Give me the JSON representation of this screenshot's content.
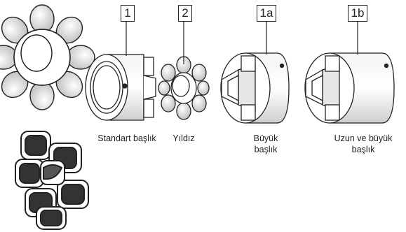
{
  "labels": {
    "part_1": "1",
    "part_2": "2",
    "part_1a": "1a",
    "part_1b": "1b"
  },
  "captions": {
    "standard_hub": "Standart başlık",
    "spider": "Yıldız",
    "large_hub": "Büyük başlık",
    "long_large_hub": "Uzun ve büyük başlık"
  },
  "colors": {
    "line": "#222222",
    "fill": "#ffffff",
    "shade": "#d9d9d9"
  }
}
